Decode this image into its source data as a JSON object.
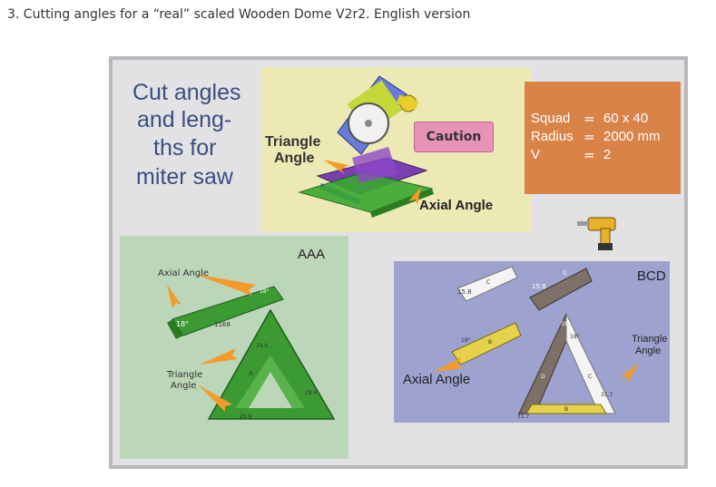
{
  "caption": "3. Cutting angles for a “real” scaled Wooden Dome V2r2. English version",
  "heading": {
    "line1": "Cut angles",
    "line2": "and leng-",
    "line3": "ths for",
    "line4": "miter saw"
  },
  "saw_panel": {
    "triangle_angle_line1": "Triangle",
    "triangle_angle_line2": "Angle",
    "caution": "Caution",
    "axial_angle": "Axial Angle"
  },
  "spec_box": {
    "squad_label": "Squad",
    "squad_eq": "=",
    "squad_value": "60 x 40",
    "radius_label": "Radius",
    "radius_eq": "=",
    "radius_value": "2000 mm",
    "v_label": "V",
    "v_eq": "=",
    "v_value": "2"
  },
  "aaa_panel": {
    "title": "AAA",
    "axial_angle": "Axial Angle",
    "triangle_angle_line1": "Triangle",
    "triangle_angle_line2": "Angle",
    "angle_18": "18°",
    "length_label": "1168",
    "angle_small": "18°",
    "vertex_a": "A",
    "angle_29_left": "29.6",
    "angle_29_right": "29.6",
    "angle_29_bottom": "29.6"
  },
  "bcd_panel": {
    "title": "BCD",
    "axial_angle": "Axial Angle",
    "triangle_angle_line1": "Triangle",
    "triangle_angle_line2": "Angle",
    "angle_158_white": "15.8",
    "angle_158_grey": "15.8",
    "angle_18": "18°",
    "angle_18_tri": "18°",
    "angle_18_tri2": "18°",
    "label_c": "C",
    "label_d": "D",
    "label_b": "B",
    "label_b2": "B",
    "label_c2": "C",
    "label_d2": "D",
    "angle_317_left": "31.7",
    "angle_317_right": "31.7"
  },
  "colors": {
    "caption_text": "#333333",
    "board_bg": "#e2e2e4",
    "board_border": "#b8b9bc",
    "heading_text": "#3b4e80",
    "saw_panel_bg": "#ece9b4",
    "caution_bg": "#e693b7",
    "spec_box_bg": "#d98349",
    "aaa_panel_bg": "#bcd6b9",
    "green_piece": "#3c9a32",
    "bcd_panel_bg": "#9ea2cf",
    "grey_piece": "#7d7066",
    "yellow_piece": "#e6d24a",
    "arrow_orange": "#f39b2a"
  }
}
